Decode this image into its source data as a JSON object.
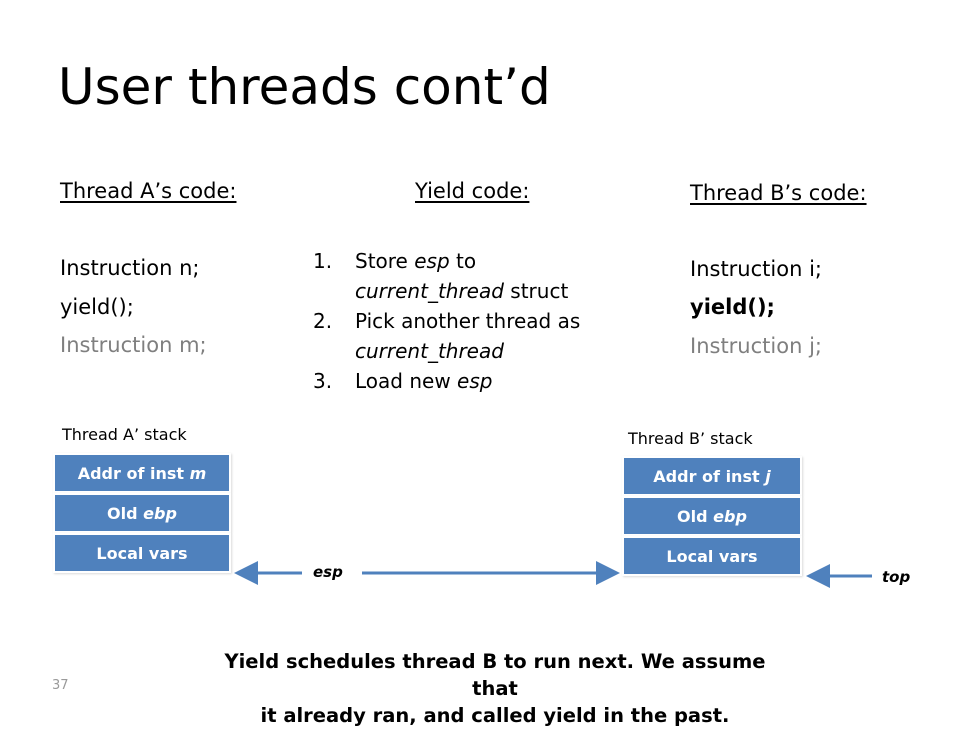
{
  "slide": {
    "title": "User threads cont’d",
    "page_number": "37",
    "caption_line1": "Yield schedules thread B to run next. We assume that",
    "caption_line2": "it already ran, and called yield in the past."
  },
  "thread_a": {
    "heading": "Thread A’s code:",
    "line1": "Instruction n;",
    "line2": "yield();",
    "line3": "Instruction m;"
  },
  "yield_code": {
    "heading": "Yield code:",
    "steps": [
      {
        "num": "1.",
        "pre": "Store ",
        "em": "esp",
        "post": " to",
        "line2_em": "current_thread",
        "line2_post": " struct"
      },
      {
        "num": "2.",
        "pre": "Pick another thread as",
        "line2_em": "current_thread"
      },
      {
        "num": "3.",
        "pre": "Load new ",
        "em": "esp"
      }
    ]
  },
  "thread_b": {
    "heading": "Thread B’s code:",
    "line1": "Instruction i;",
    "line2": "yield();",
    "line3": "Instruction j;"
  },
  "stack_a": {
    "label": "Thread A’ stack",
    "cells": [
      {
        "pre": "Addr of inst ",
        "em": "m"
      },
      {
        "pre": "Old ",
        "em": "ebp"
      },
      {
        "pre": "Local vars",
        "em": ""
      }
    ]
  },
  "stack_b": {
    "label": "Thread B’ stack",
    "cells": [
      {
        "pre": "Addr of inst ",
        "em": "j"
      },
      {
        "pre": "Old ",
        "em": "ebp"
      },
      {
        "pre": "Local vars",
        "em": ""
      }
    ]
  },
  "pointers": {
    "esp_label": "esp",
    "top_label": "top"
  },
  "colors": {
    "box_fill": "#4f81bd",
    "arrow": "#4f81bd",
    "muted_text": "#7f7f7f"
  }
}
